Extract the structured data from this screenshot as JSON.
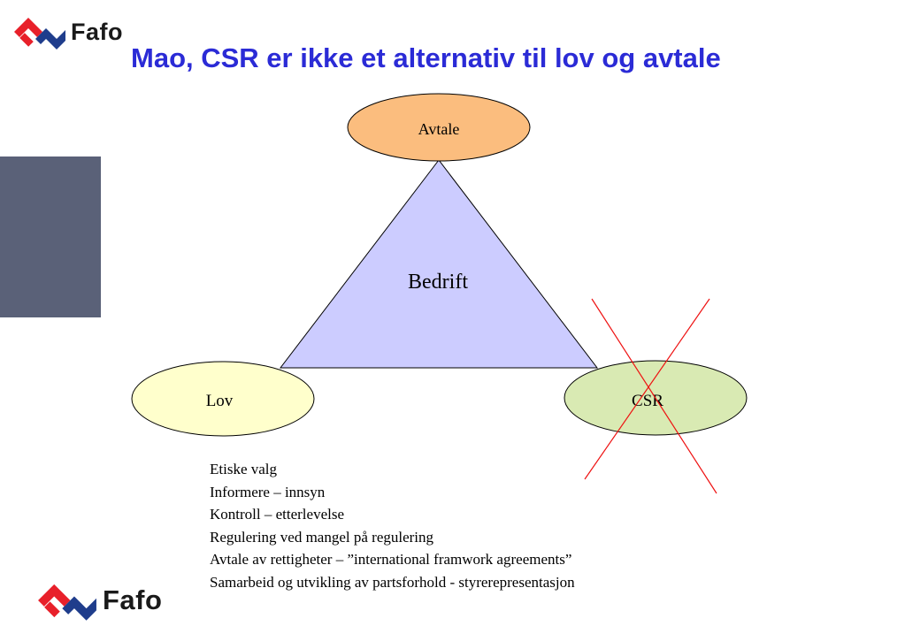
{
  "header": {
    "logo_text": "Fafo",
    "title": "Mao, CSR er ikke et alternativ til lov og avtale"
  },
  "diagram": {
    "center_label": "Bedrift",
    "nodes": {
      "top": {
        "label": "Avtale",
        "color": "#fbbd7e"
      },
      "left": {
        "label": "Lov",
        "color": "#ffffcc"
      },
      "right": {
        "label": "CSR",
        "color": "#d9eab3",
        "crossed_out": true
      }
    },
    "triangle_color": "#ccccff",
    "cross_color": "#ee1111"
  },
  "bullets": [
    "Etiske valg",
    "Informere – innsyn",
    "Kontroll – etterlevelse",
    "Regulering ved mangel på regulering",
    "Avtale av rettigheter – ”international framwork agreements”",
    "Samarbeid og utvikling av partsforhold - styrerepresentasjon"
  ],
  "footer": {
    "logo_text": "Fafo"
  },
  "colors": {
    "title": "#2b2bd6",
    "side_bar": "#5a6178",
    "logo_red": "#e8202a",
    "logo_blue": "#1f3d8c"
  }
}
